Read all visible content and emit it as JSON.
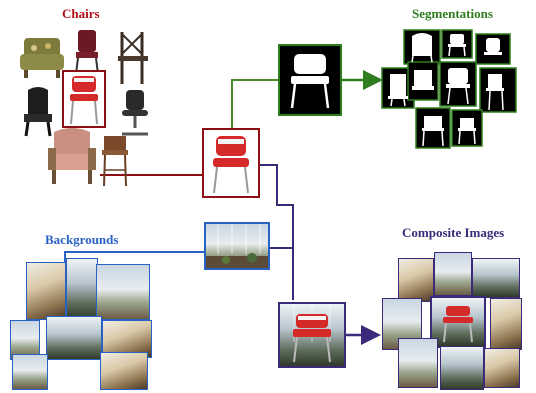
{
  "labels": {
    "chairs": "Chairs",
    "segmentations": "Segmentations",
    "backgrounds": "Backgrounds",
    "composite_images": "Composite Images"
  },
  "colors": {
    "chairs": "#b0101a",
    "segmentations": "#2e7d1e",
    "backgrounds": "#2a62c4",
    "composite_images": "#3b2a7a"
  }
}
